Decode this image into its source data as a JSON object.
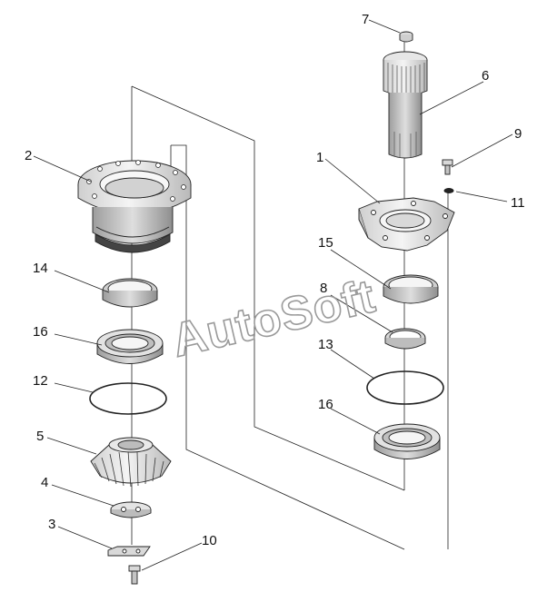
{
  "watermark": {
    "text": "AutoSoft"
  },
  "callouts": [
    {
      "id": "p1",
      "text": "1"
    },
    {
      "id": "p2",
      "text": "2"
    },
    {
      "id": "p3",
      "text": "3"
    },
    {
      "id": "p4",
      "text": "4"
    },
    {
      "id": "p5",
      "text": "5"
    },
    {
      "id": "p6",
      "text": "6"
    },
    {
      "id": "p7",
      "text": "7"
    },
    {
      "id": "p8",
      "text": "8"
    },
    {
      "id": "p9",
      "text": "9"
    },
    {
      "id": "p10",
      "text": "10"
    },
    {
      "id": "p11",
      "text": "11"
    },
    {
      "id": "p12",
      "text": "12"
    },
    {
      "id": "p13",
      "text": "13"
    },
    {
      "id": "p14",
      "text": "14"
    },
    {
      "id": "p15",
      "text": "15"
    },
    {
      "id": "p16a",
      "text": "16"
    },
    {
      "id": "p16b",
      "text": "16"
    }
  ],
  "colors": {
    "ink": "#222222",
    "metal_light": "#f2f2f2",
    "metal_mid": "#d6d6d6",
    "metal_dark": "#a8a8a8",
    "watermark": "#9a9a9a"
  }
}
